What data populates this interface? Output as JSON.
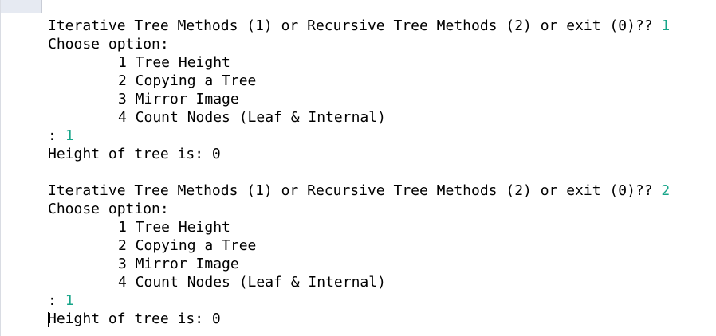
{
  "console": {
    "sessions": [
      {
        "prompt": "Iterative Tree Methods (1) or Recursive Tree Methods (2) or exit (0)?? ",
        "prompt_input": "1",
        "menu_title": "Choose option:",
        "options": [
          "1 Tree Height",
          "2 Copying a Tree",
          "3 Mirror Image",
          "4 Count Nodes (Leaf & Internal)"
        ],
        "choice_prefix": ": ",
        "choice_input": "1",
        "result_first_char": "H",
        "result_rest": "eight of tree is: 0"
      },
      {
        "prompt": "Iterative Tree Methods (1) or Recursive Tree Methods (2) or exit (0)?? ",
        "prompt_input": "2",
        "menu_title": "Choose option:",
        "options": [
          "1 Tree Height",
          "2 Copying a Tree",
          "3 Mirror Image",
          "4 Count Nodes (Leaf & Internal)"
        ],
        "choice_prefix": ": ",
        "choice_input": "1",
        "result_first_char": "H",
        "result_rest": "eight of tree is: 0"
      }
    ]
  },
  "colors": {
    "background": "#ffffff",
    "text": "#000000",
    "user_input": "#17a589"
  }
}
